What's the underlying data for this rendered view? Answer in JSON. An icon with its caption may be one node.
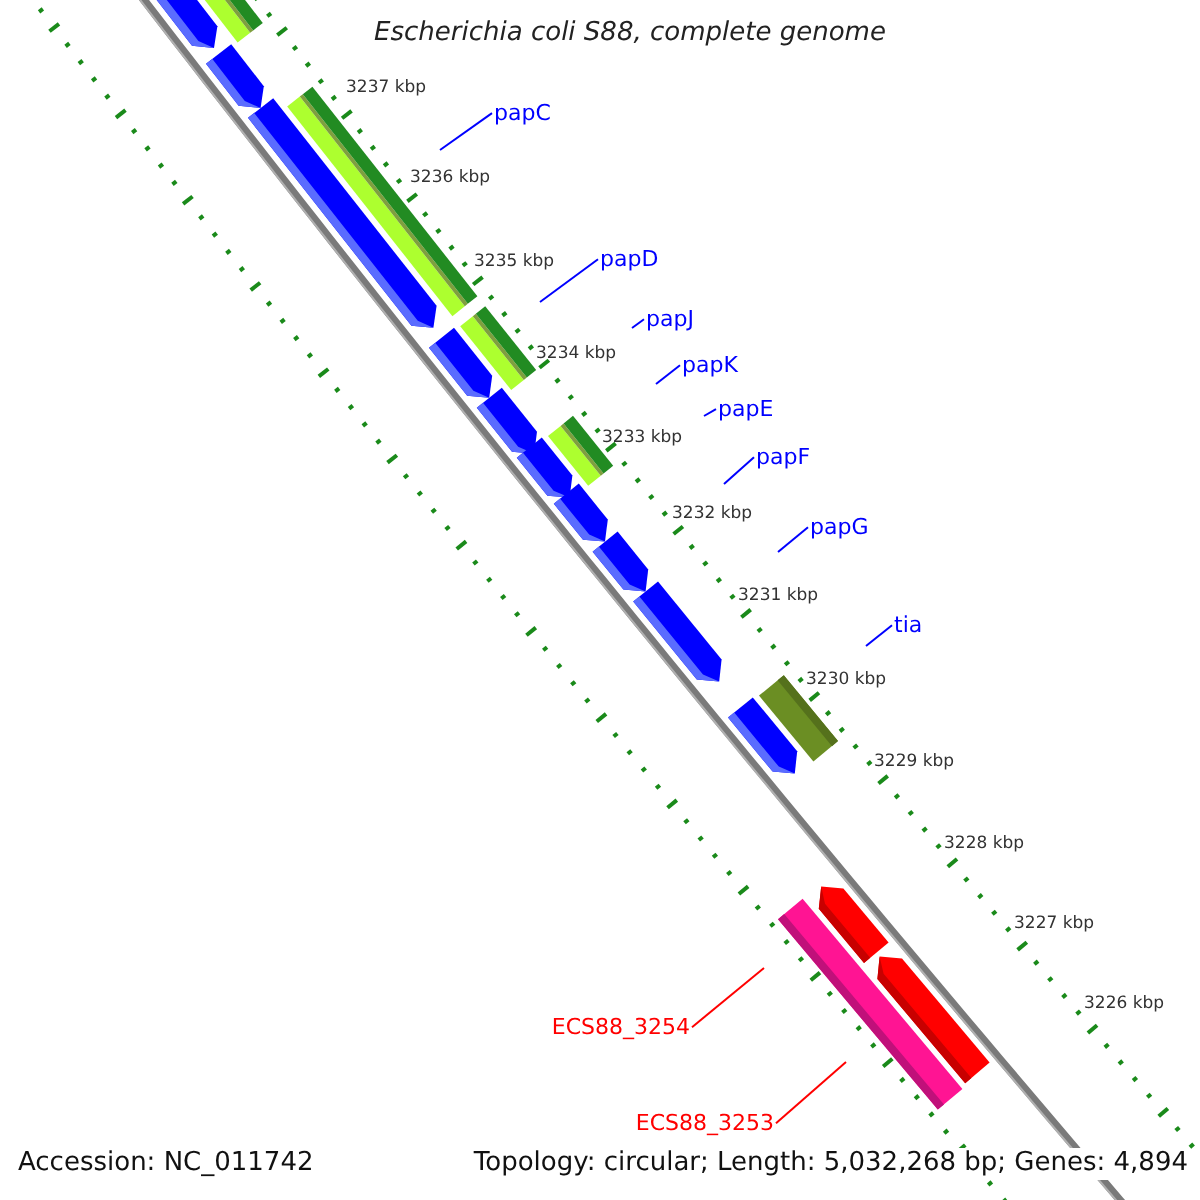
{
  "diagram": {
    "title": "Escherichia coli S88, complete genome",
    "nodes": [
      {
        "text": [
          "papC"
        ]
      },
      {
        "text": [
          "papD"
        ]
      },
      {
        "text": [
          "papJ"
        ]
      },
      {
        "text": [
          "papK"
        ]
      },
      {
        "text": [
          "papE"
        ]
      },
      {
        "text": [
          "papF"
        ]
      },
      {
        "text": [
          "papG"
        ]
      },
      {
        "text": [
          "tia"
        ]
      },
      {
        "text": [
          "ECS88_3254"
        ]
      },
      {
        "text": [
          "ECS88_3253"
        ]
      }
    ],
    "edges": [
      {
        "from": 0,
        "to": null,
        "arrow": "none"
      },
      {
        "from": 1,
        "to": null,
        "arrow": "none"
      },
      {
        "from": 2,
        "to": null,
        "arrow": "none"
      },
      {
        "from": 3,
        "to": null,
        "arrow": "none"
      },
      {
        "from": 4,
        "to": null,
        "arrow": "none"
      },
      {
        "from": 5,
        "to": null,
        "arrow": "none"
      },
      {
        "from": 6,
        "to": null,
        "arrow": "none"
      },
      {
        "from": 7,
        "to": null,
        "arrow": "none"
      },
      {
        "from": 8,
        "to": null,
        "arrow": "none",
        "color": "#ff0000"
      },
      {
        "from": 9,
        "to": null,
        "arrow": "none",
        "color": "#ff0000"
      }
    ],
    "labels": [
      "3237 kbp",
      "3236 kbp",
      "3235 kbp",
      "3234 kbp",
      "3233 kbp",
      "3232 kbp",
      "3231 kbp",
      "3230 kbp",
      "3229 kbp",
      "3228 kbp",
      "3227 kbp",
      "3226 kbp",
      "Accession: NC_011742",
      "Topology: circular; Length: 5,032,268 bp; Genes: 4,894"
    ]
  }
}
